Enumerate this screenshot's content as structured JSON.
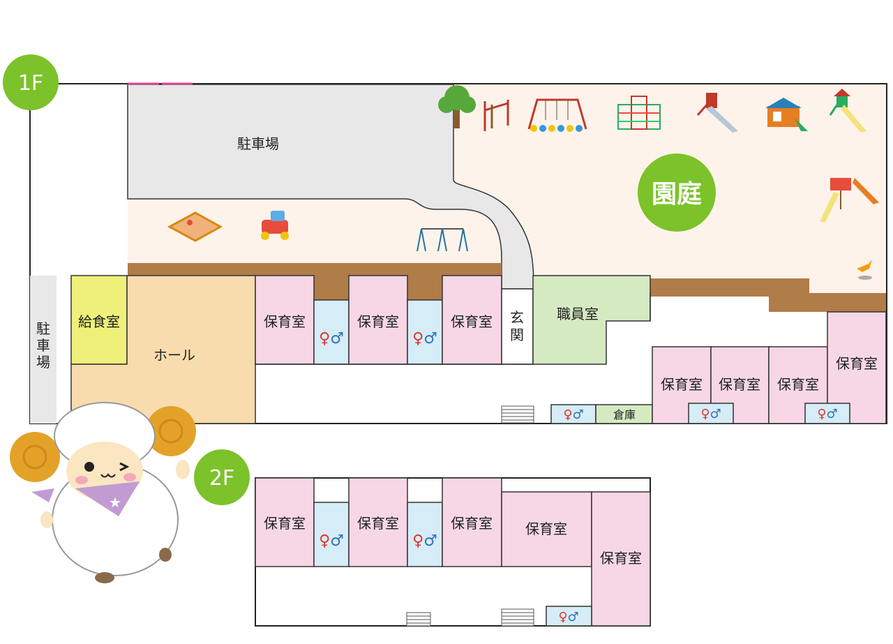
{
  "floors": {
    "first": "1F",
    "second": "2F"
  },
  "labels": {
    "parking_top": "駐車場",
    "parking_side": "駐車場",
    "yard": "園庭",
    "kitchen": "給食室",
    "hall": "ホール",
    "nursery": "保育室",
    "entrance": "玄関",
    "staff": "職員室",
    "storage": "倉庫"
  },
  "colors": {
    "nursery": "#f7d7e6",
    "toilet": "#d6ecf6",
    "hall": "#f9dcae",
    "kitchen": "#eef07a",
    "staff": "#d5eac1",
    "corridor_brown": "#b07c48",
    "parking": "#e8e8e8",
    "yard": "#fdf3ea",
    "badge_green": "#7cc22a"
  }
}
